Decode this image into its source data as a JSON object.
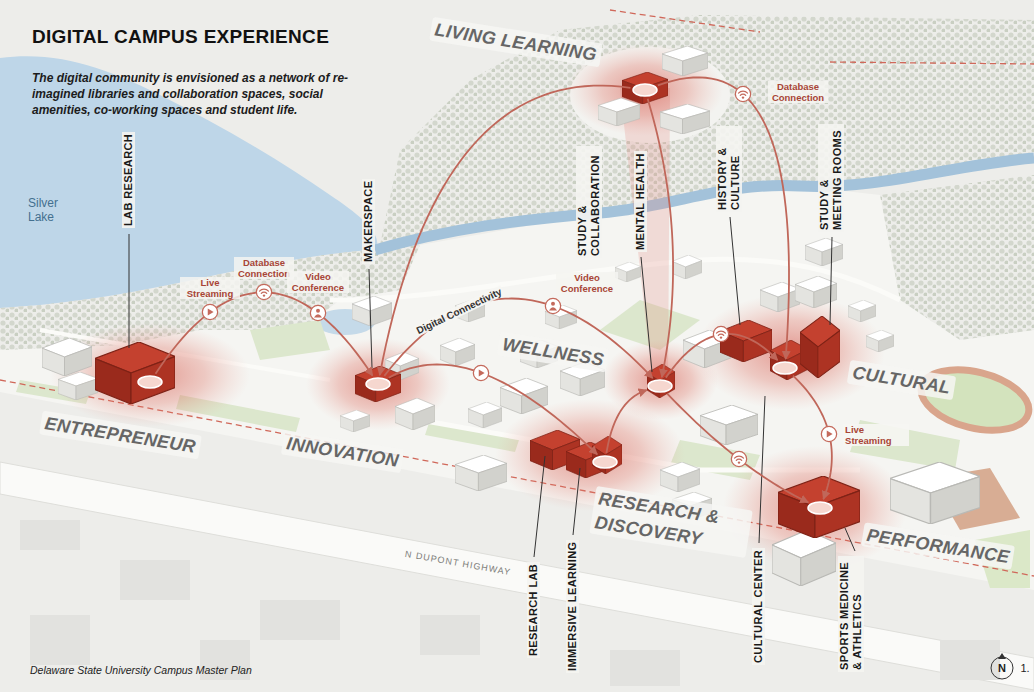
{
  "diagram": {
    "title": "DIGITAL CAMPUS EXPERIENCE",
    "caption": "Delaware State University Campus Master Plan",
    "nodes": [
      {
        "text": [
          "LIVING LEARNING"
        ]
      },
      {
        "text": [
          "ENTREPRENEUR"
        ]
      },
      {
        "text": [
          "INNOVATION"
        ]
      },
      {
        "text": [
          "WELLNESS"
        ]
      },
      {
        "text": [
          "RESEARCH & DISCOVERY"
        ]
      },
      {
        "text": [
          "CULTURAL"
        ]
      },
      {
        "text": [
          "PERFORMANCE"
        ]
      }
    ],
    "edges": [
      {
        "from": 1,
        "to": 2,
        "arrow": "to"
      },
      {
        "from": 2,
        "to": 3,
        "label": "Digital Connectivity",
        "arrow": "to"
      },
      {
        "from": 2,
        "to": 4,
        "arrow": "to"
      },
      {
        "from": 4,
        "to": 3,
        "arrow": "to"
      },
      {
        "from": 3,
        "to": 5,
        "arrow": "to"
      },
      {
        "from": 3,
        "to": 6,
        "arrow": "to"
      },
      {
        "from": 5,
        "to": 6,
        "label": "Live Streaming",
        "arrow": "to"
      },
      {
        "from": 0,
        "to": 3,
        "arrow": "to"
      },
      {
        "from": 0,
        "to": 5,
        "arrow": "to"
      },
      {
        "from": 0,
        "to": 2,
        "arrow": "to"
      }
    ],
    "labels": [
      "The digital community is envisioned as a network of re-imagined libraries and collaboration spaces, social amenities, co-working spaces and student life.",
      "Silver Lake",
      "LAB RESEARCH",
      "MAKERSPACE",
      "STUDY & COLLABORATION",
      "MENTAL HEALTH",
      "HISTORY & CULTURE",
      "STUDY & MEETING ROOMS",
      "Live Streaming",
      "Database Connection",
      "Video Conference",
      "Database Connection",
      "Video Conference",
      "N DUPONT HIGHWAY",
      "RESEARCH LAB",
      "IMMERSIVE LEARNING",
      "CULTURAL CENTER",
      "SPORTS MEDICINE & ATHLETICS",
      "N",
      "1."
    ]
  }
}
